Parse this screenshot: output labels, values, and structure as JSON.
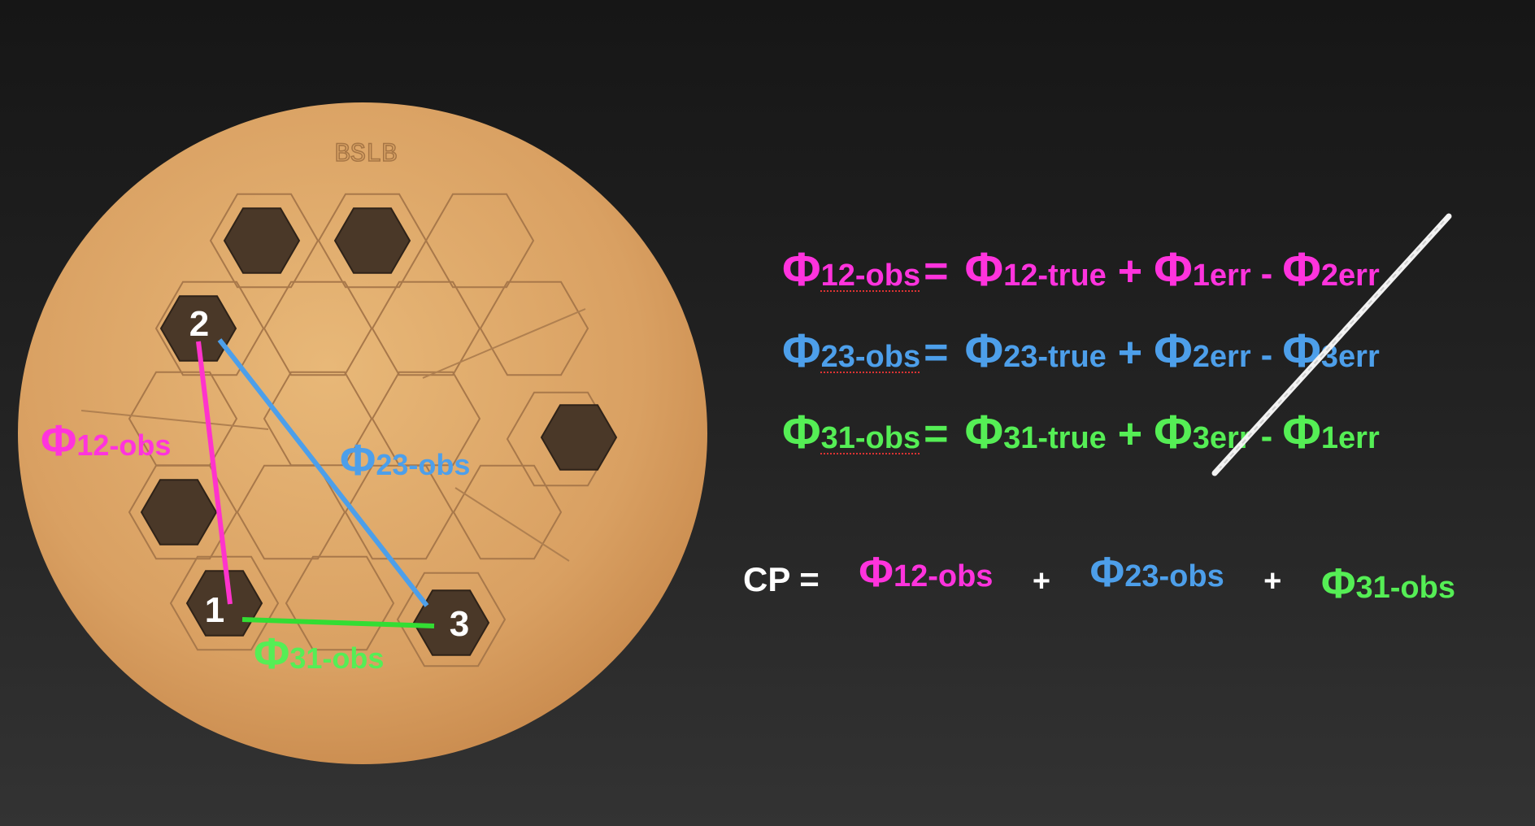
{
  "colors": {
    "background_top": "#161616",
    "background_bottom": "#333333",
    "mask_plate": "#d9a366",
    "term_12": "#ff33dd",
    "term_23": "#4d9fea",
    "term_31": "#55ee55",
    "cp_text": "#ffffff"
  },
  "mask": {
    "stamp_text": "BSLB",
    "hole_labels": [
      "1",
      "2",
      "3"
    ],
    "baseline_labels": {
      "b12": {
        "phi": "Φ",
        "sub": "12-obs"
      },
      "b23": {
        "phi": "Φ",
        "sub": "23-obs"
      },
      "b31": {
        "phi": "Φ",
        "sub": "31-obs"
      }
    }
  },
  "equations": [
    {
      "lhs": {
        "phi": "Φ",
        "sub": "12-obs"
      },
      "equals": "=",
      "true_term": {
        "phi": "Φ",
        "sub": "12-true"
      },
      "plus": "+",
      "err_a": {
        "phi": "Φ",
        "sub": "1err"
      },
      "minus": "-",
      "err_b": {
        "phi": "Φ",
        "sub": "2err"
      }
    },
    {
      "lhs": {
        "phi": "Φ",
        "sub": "23-obs"
      },
      "equals": "=",
      "true_term": {
        "phi": "Φ",
        "sub": "23-true"
      },
      "plus": "+",
      "err_a": {
        "phi": "Φ",
        "sub": "2err"
      },
      "minus": "-",
      "err_b": {
        "phi": "Φ",
        "sub": "3err"
      }
    },
    {
      "lhs": {
        "phi": "Φ",
        "sub": "31-obs"
      },
      "equals": "=",
      "true_term": {
        "phi": "Φ",
        "sub": "31-true"
      },
      "plus": "+",
      "err_a": {
        "phi": "Φ",
        "sub": "3err"
      },
      "minus": "-",
      "err_b": {
        "phi": "Φ",
        "sub": "1err"
      }
    }
  ],
  "closure_phase": {
    "label": "CP =",
    "terms": [
      {
        "phi": "Φ",
        "sub": "12-obs"
      },
      {
        "phi": "Φ",
        "sub": "23-obs"
      },
      {
        "phi": "Φ",
        "sub": "31-obs"
      }
    ],
    "plus": "+"
  }
}
